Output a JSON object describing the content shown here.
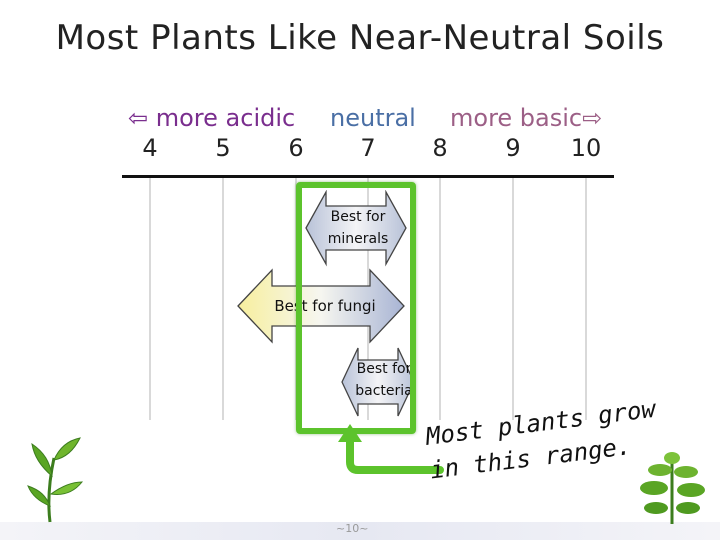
{
  "title": "Most Plants Like Near-Neutral Soils",
  "labels": {
    "acidic": "⇦ more acidic",
    "neutral": "neutral",
    "basic": "more basic⇨"
  },
  "ph_scale": [
    "4",
    "5",
    "6",
    "7",
    "8",
    "9",
    "10"
  ],
  "arrows": {
    "minerals": "Best for minerals",
    "fungi": "Best for fungi",
    "bacteria": "Best for bacteria"
  },
  "note_line1": "Most plants grow",
  "note_line2": "in this range.",
  "page_number": "~10~",
  "colors": {
    "highlight": "#5cc32c",
    "acidic": "#7a2e8e",
    "neutral": "#4a6fa5",
    "basic": "#9c5f86"
  }
}
